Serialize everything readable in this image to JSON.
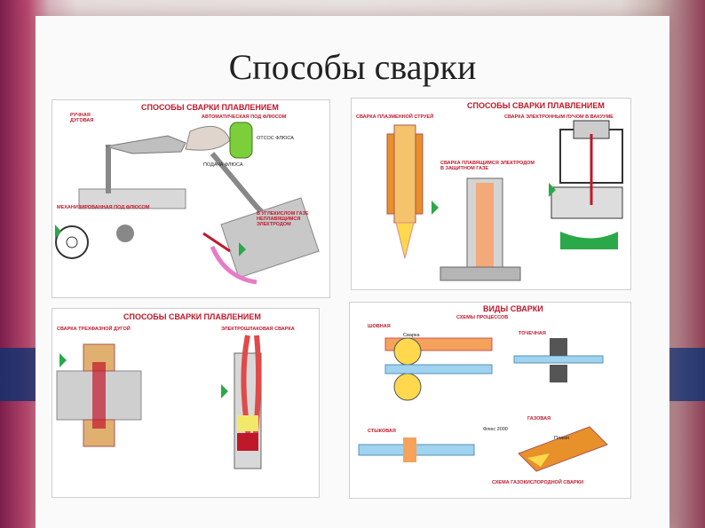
{
  "slide": {
    "title": "Способы сварки"
  },
  "panels": [
    {
      "heading": "СПОСОБЫ СВАРКИ ПЛАВЛЕНИЕМ",
      "labels": [
        "РУЧНАЯ ДУГОВАЯ",
        "АВТОМАТИЧЕСКАЯ ПОД ФЛЮСОМ",
        "МЕХАНИЗИРОВАННАЯ ПОД ФЛЮСОМ",
        "ОТСОС ФЛЮСА",
        "ПОДАЧА ФЛЮСА",
        "В УГЛЕКИСЛОМ ГАЗЕ НЕПЛАВЯЩИМСЯ ЭЛЕКТРОДОМ"
      ]
    },
    {
      "heading": "СПОСОБЫ СВАРКИ ПЛАВЛЕНИЕМ",
      "labels": [
        "СВАРКА ПЛАЗМЕННОЙ СТРУЕЙ",
        "СВАРКА ЭЛЕКТРОННЫМ ЛУЧОМ В ВАКУУМЕ",
        "СВАРКА ПЛАВЯЩИМСЯ ЭЛЕКТРОДОМ В ЗАЩИТНОМ ГАЗЕ"
      ]
    },
    {
      "heading": "СПОСОБЫ СВАРКИ ПЛАВЛЕНИЕМ",
      "labels": [
        "СВАРКА ТРЕХФАЗНОЙ ДУГОЙ",
        "ЭЛЕКТРОШЛАКОВАЯ СВАРКА"
      ]
    },
    {
      "heading": "ВИДЫ СВАРКИ",
      "labels": [
        "СХЕМЫ ПРОЦЕССОВ",
        "ШОВНАЯ",
        "ТОЧЕЧНАЯ",
        "СТЫКОВАЯ",
        "ГАЗОВАЯ",
        "Сварка",
        "Флюс 2000",
        "Пламя",
        "СХЕМА ГАЗОКИСЛОРОДНОЙ СВАРКИ"
      ]
    }
  ],
  "colors": {
    "accent": "#c0182b",
    "frame": "#7a1e4a",
    "band": "#2b4c93"
  }
}
